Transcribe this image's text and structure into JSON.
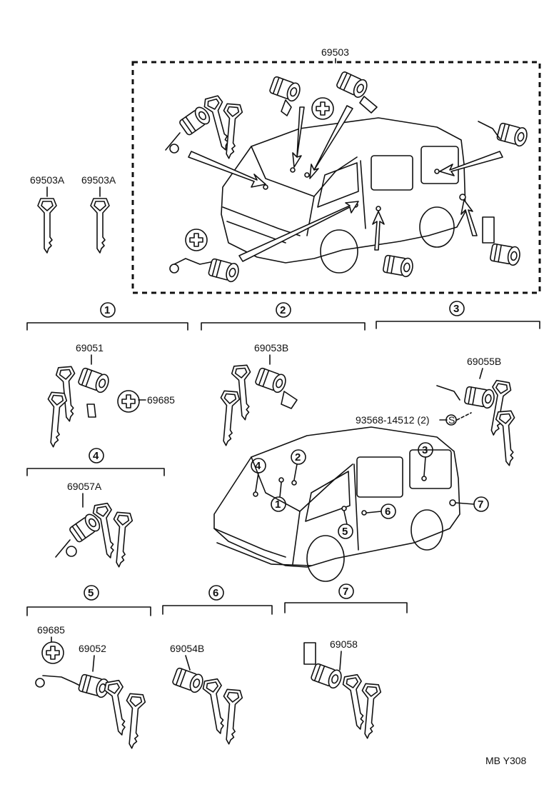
{
  "diagram_title": "",
  "kit": {
    "part": "69503"
  },
  "keys": {
    "left": "69503A",
    "right": "69503A"
  },
  "groups": [
    {
      "num": "1",
      "parts": [
        "69051",
        "69685"
      ]
    },
    {
      "num": "2",
      "parts": [
        "69053B"
      ]
    },
    {
      "num": "3",
      "parts": [
        "69055B",
        "93568-14512 (2)"
      ],
      "screw_symbol": "S"
    },
    {
      "num": "4",
      "parts": [
        "69057A"
      ]
    },
    {
      "num": "5",
      "parts": [
        "69685",
        "69052"
      ]
    },
    {
      "num": "6",
      "parts": [
        "69054B"
      ]
    },
    {
      "num": "7",
      "parts": [
        "69058"
      ]
    }
  ],
  "van_callouts": [
    "1",
    "2",
    "3",
    "4",
    "5",
    "6",
    "7"
  ],
  "footer": {
    "code": "MB Y308"
  }
}
